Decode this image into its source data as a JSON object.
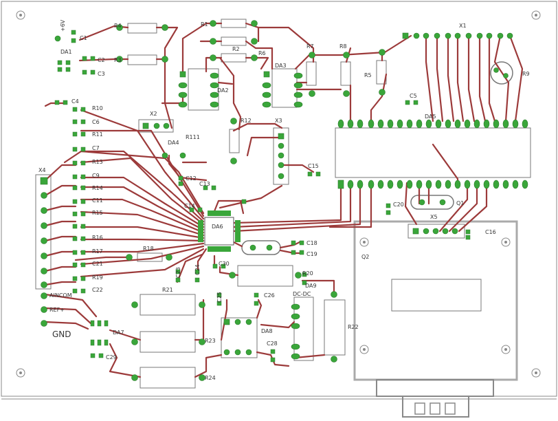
{
  "colors": {
    "trace": "#9c3a3a",
    "pad": "#3aa63a",
    "outline": "#777777",
    "background": "#ffffff"
  },
  "labels": {
    "vcc": "+6V",
    "ain": "AINCOM",
    "ain2": "REF+",
    "gnd": "GND",
    "dcdc": "DC-DC",
    "r1": "R1",
    "r2": "R2",
    "r3": "R3",
    "r4": "R4",
    "r5": "R5",
    "r6": "R6",
    "r7": "R7",
    "r8": "R8",
    "r9": "R9",
    "r10": "R10",
    "r11": "R11",
    "r12": "R12",
    "r13": "R13",
    "r14": "R14",
    "r15": "R15",
    "r16": "R16",
    "r17": "R17",
    "r18": "R18",
    "r19": "R19",
    "r20": "R20",
    "r21": "R21",
    "r22": "R22",
    "r23": "R23",
    "r24": "R24",
    "r111": "R111",
    "c1": "C1",
    "c2": "C2",
    "c3": "C3",
    "c4": "C4",
    "c5": "C5",
    "c6": "C6",
    "c7": "C7",
    "c9": "C9",
    "c11": "C11",
    "c12": "C12",
    "c13": "C13",
    "c14": "C14",
    "c15": "C15",
    "c16": "C16",
    "c18": "C18",
    "c19": "C19",
    "c20": "C20",
    "c21": "C21",
    "c22": "C22",
    "c23": "C23",
    "c24": "C24",
    "c25": "C25",
    "c26": "C26",
    "c28": "C28",
    "c29": "C29",
    "c30": "C30",
    "da1": "DA1",
    "da2": "DA2",
    "da3": "DA3",
    "da4": "DA4",
    "da5": "DA5",
    "da6": "DA6",
    "da7": "DA7",
    "da8": "DA8",
    "da9": "DA9",
    "x1": "X1",
    "x2": "X2",
    "x3": "X3",
    "x4": "X4",
    "x5": "X5",
    "q1": "Q1",
    "q2": "Q2"
  }
}
